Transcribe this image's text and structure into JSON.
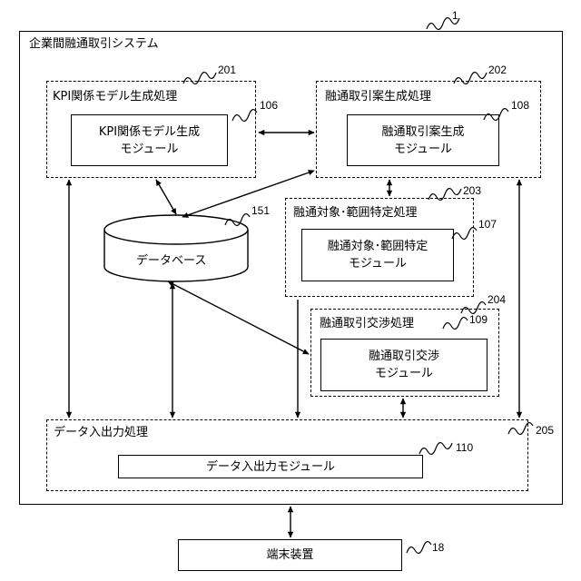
{
  "system": {
    "title": "企業間融通取引システム",
    "ref": "1"
  },
  "kpi_process": {
    "title": "KPI関係モデル生成処理",
    "ref": "201",
    "module": {
      "line1": "KPI関係モデル生成",
      "line2": "モジュール",
      "ref": "106"
    }
  },
  "proposal_process": {
    "title": "融通取引案生成処理",
    "ref": "202",
    "module": {
      "line1": "融通取引案生成",
      "line2": "モジュール",
      "ref": "108"
    }
  },
  "target_process": {
    "title": "融通対象･範囲特定処理",
    "ref": "203",
    "module": {
      "line1": "融通対象･範囲特定",
      "line2": "モジュール",
      "ref": "107"
    }
  },
  "negotiation_process": {
    "title": "融通取引交渉処理",
    "ref": "204",
    "module": {
      "line1": "融通取引交渉",
      "line2": "モジュール",
      "ref": "109"
    }
  },
  "database": {
    "label": "データベース",
    "ref": "151"
  },
  "io_process": {
    "title": "データ入出力処理",
    "ref": "205",
    "module": {
      "label": "データ入出力モジュール",
      "ref": "110"
    }
  },
  "terminal": {
    "label": "端末装置",
    "ref": "18"
  }
}
